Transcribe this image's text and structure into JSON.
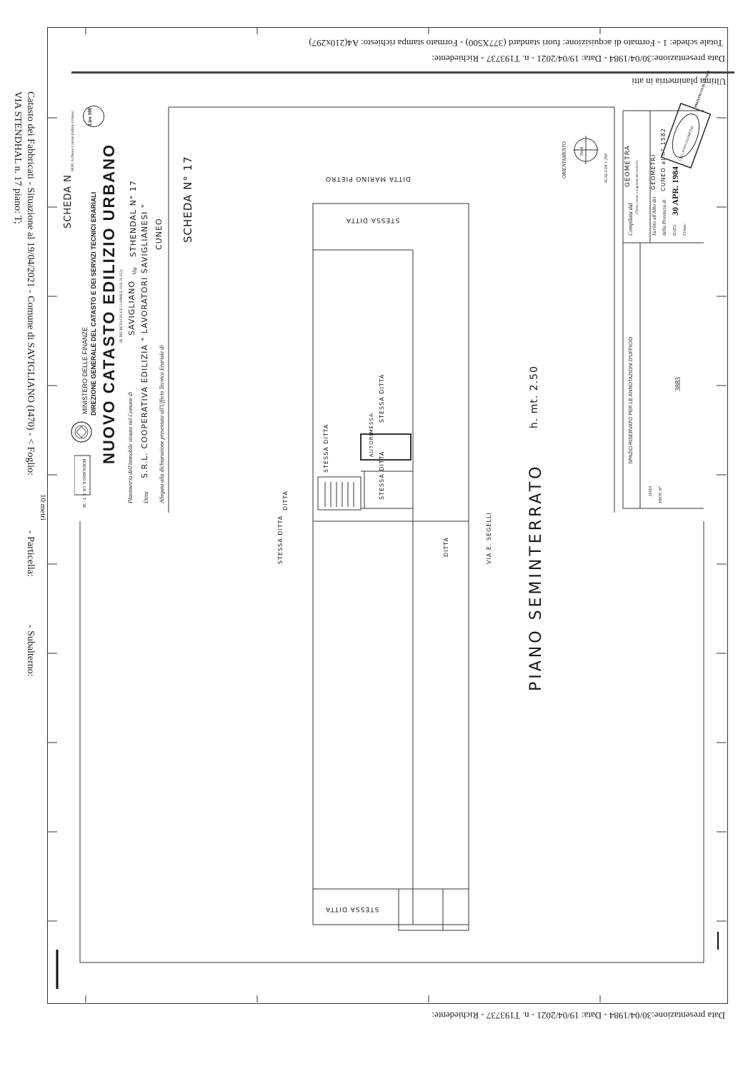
{
  "header": {
    "line1": "Data presentazione:30/04/1984 - Data: 19/04/2021 - n. T193737 - Richiedente:",
    "line2": "Totale schede: 1 - Formato di acquisizione: fuori standard (377X500) - Formato stampa richiesto: A4(210x297)",
    "line3": "Ultima planimetria in atti"
  },
  "footer": {
    "line1": "Data presentazione:30/04/1984 - Data: 19/04/2021 - n. T193737 - Richiedente:"
  },
  "side_caption": {
    "line1_a": "Catasto dei Fabbricati - Situazione al 19/04/2021 - Comune di SAVIGLIANO (I470) - < Foglio:",
    "line1_b": "- Particella:",
    "line1_c": "- Subalterno:",
    "line2": "VIA STENDHAL n. 17 piano: T;",
    "scale_mark": "10 metri"
  },
  "title_block": {
    "form_code": "MODULARIO R. CA. S. T. - 38",
    "ministry": "MINISTERO DELLE FINANZE",
    "direction": "DIREZIONE GENERALE DEL CATASTO E DEI SERVIZI TECNICI ERARIALI",
    "main_title": "NUOVO CATASTO EDILIZIO URBANO",
    "law_note": "(R. DECRETO-LEGGE 13 APRILE 1939, N. 652)",
    "scheda_label": "SCHEDA N",
    "mod_label": "MOD. A (Nuovo Catasto Edilizio Urbano)",
    "price": "Lire 100",
    "line_planimetria": "Planimetria dell'immobile situato nel Comune di",
    "comune": "SAVIGLIANO",
    "via_label": "Via",
    "via": "STHENDAL N° 17",
    "ditta_label": "Ditta",
    "ditta": "S.R.L. COOPERATIVA EDILIZIA \" LAVORATORI SAVIGLIANESI \"",
    "allegata": "Allegata alla dichiarazione presentata all'Ufficio Tecnico Erariale di",
    "ufficio": "CUNEO",
    "scheda_hand": "SCHEDA N° 17"
  },
  "plan": {
    "label_ditta_marino": "DITTA MARINO PIETRO",
    "label_stessa_ditta_top": "STESSA DITTA",
    "label_stessa_1": "STESSA DITTA",
    "label_stessa_2": "STESSA DITTA",
    "label_stessa_3": "STESSA DITTA",
    "label_stessa_4": "STESSA DITTA",
    "label_stessa_bottom": "STESSA DITTA",
    "label_ditta_left": "DITTA",
    "label_ditta_right": "DITTA",
    "label_antiriness": "AUTORIMESSA",
    "label_via": "VIA E. SEGELLI",
    "floor_title": "PIANO SEMINTERRATO",
    "height_note": "h. mt. 2.50"
  },
  "orientation": {
    "label": "ORIENTAMENTO",
    "north": "Nord",
    "scale": "SCALA DI 1:200"
  },
  "office_panel": {
    "compilata": "Compilata dal",
    "compilata_value": "GEOMETRA",
    "compilata_sub": "(Titolo, nome e cognome del tecnico)",
    "iscritto": "Iscritto all'Albo dei",
    "iscritto_value": "GEOMETRI",
    "provincia": "della Provincia di",
    "provincia_value": "CUNEO al n° 1582",
    "data_label": "DATA",
    "data_value": "30 APR. 1984",
    "firma": "Firma:",
    "reserved": "SPAZIO RISERVATO PER LE ANNOTAZIONI D'UFFICIO",
    "data_field": "DATA",
    "prot_field": "PROT. N°",
    "stamp_text": "PROVINCIA DI CUNEO",
    "stamp_sub": "COLLEGIO GEOMETRI",
    "office_mark": "3883"
  },
  "colors": {
    "ink": "#1a1a1a",
    "line": "#333333",
    "stamp": "#2a2a2a"
  }
}
